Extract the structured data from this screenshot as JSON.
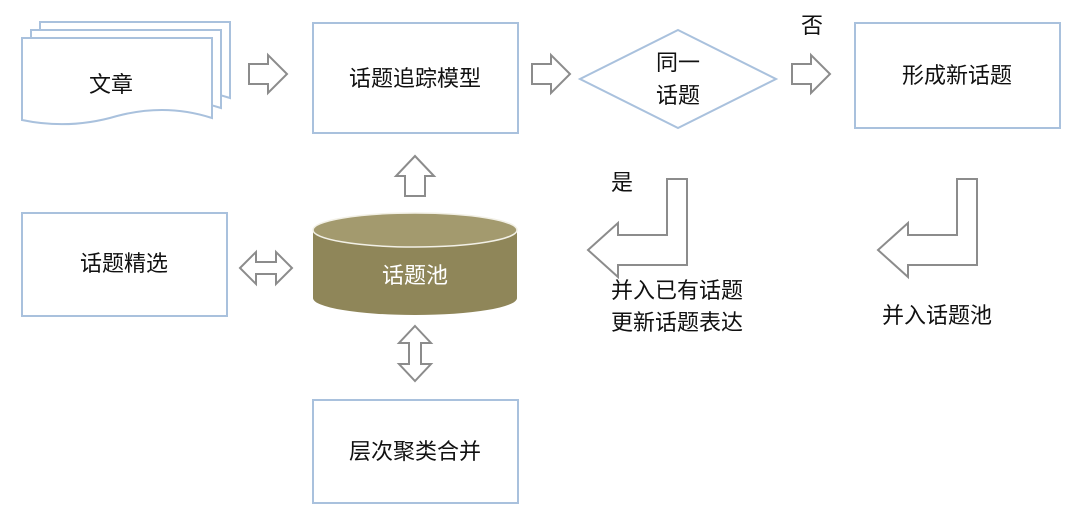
{
  "nodes": {
    "article": "文章",
    "topic_tracking_model": "话题追踪模型",
    "same_topic_line1": "同一",
    "same_topic_line2": "话题",
    "new_topic": "形成新话题",
    "topic_selection": "话题精选",
    "topic_pool": "话题池",
    "hierarchical_clustering": "层次聚类合并"
  },
  "labels": {
    "no": "否",
    "yes": "是",
    "merge_existing_line1": "并入已有话题",
    "merge_existing_line2": "更新话题表达",
    "merge_pool": "并入话题池"
  },
  "colors": {
    "box_border": "#a9c1dd",
    "arrow_stroke": "#8c8c8c",
    "cylinder_fill": "#8f8659",
    "cylinder_top": "#a39a6e",
    "cylinder_text": "#ffffff"
  }
}
